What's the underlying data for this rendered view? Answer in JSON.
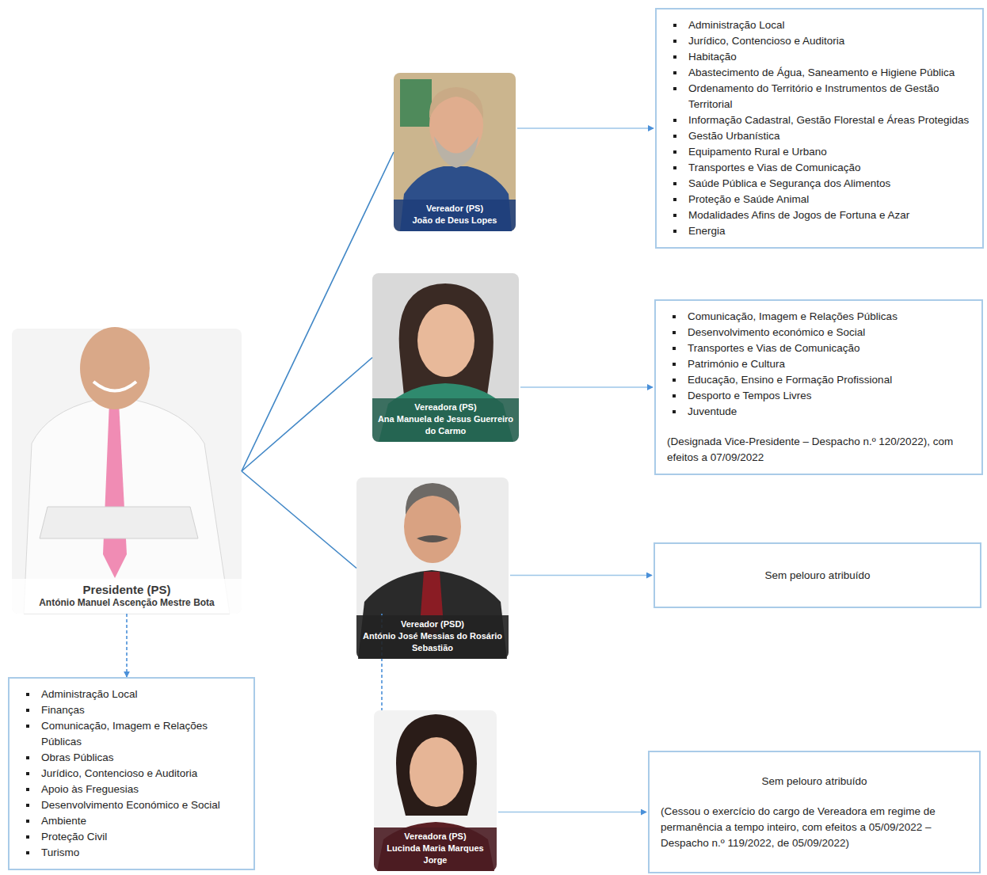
{
  "diagram": {
    "nodes": [
      {
        "text": [
          "Presidente (PS)",
          "António Manuel Ascenção Mestre Bota"
        ]
      },
      {
        "text": [
          "Administração Local",
          "Finanças",
          "Comunicação, Imagem e Relações Públicas",
          "Obras Públicas",
          "Jurídico, Contencioso e Auditoria",
          "Apoio às Freguesias",
          "Desenvolvimento Económico e Social",
          "Ambiente",
          "Proteção Civil",
          "Turismo"
        ]
      },
      {
        "text": [
          "Vereador (PS)",
          "João de Deus Lopes"
        ]
      },
      {
        "text": [
          "Administração Local",
          "Jurídico, Contencioso e Auditoria",
          "Habitação",
          "Abastecimento de Água, Saneamento e Higiene Pública",
          "Ordenamento do Território e Instrumentos de Gestão Territorial",
          "Informação Cadastral, Gestão Florestal e Áreas Protegidas",
          "Gestão Urbanística",
          "Equipamento Rural e Urbano",
          "Transportes e Vias de Comunicação",
          "Saúde Pública e Segurança dos Alimentos",
          "Proteção e Saúde Animal",
          "Modalidades Afins de Jogos de Fortuna e Azar",
          "Energia"
        ]
      },
      {
        "text": [
          "Vereadora (PS)",
          "Ana Manuela de Jesus Guerreiro do Carmo"
        ]
      },
      {
        "text": [
          "Comunicação, Imagem e Relações Públicas",
          "Desenvolvimento económico e Social",
          "Transportes e Vias de Comunicação",
          "Património e Cultura",
          "Educação, Ensino e Formação Profissional",
          "Desporto e Tempos Livres",
          "Juventude",
          "(Designada Vice-Presidente – Despacho n.º 120/2022), com efeitos a 07/09/2022"
        ]
      },
      {
        "text": [
          "Vereador (PSD)",
          "António José Messias do Rosário Sebastião"
        ]
      },
      {
        "text": [
          "Sem pelouro atribuído"
        ]
      },
      {
        "text": [
          "Vereadora (PS)",
          "Lucinda Maria Marques Jorge"
        ]
      },
      {
        "text": [
          "Sem pelouro atribuído",
          "(Cessou o exercício do cargo de Vereadora em regime de permanência a tempo inteiro, com efeitos a 05/09/2022 – Despacho n.º 119/2022, de 05/09/2022)"
        ]
      }
    ],
    "edges": [
      {
        "from": 0,
        "to": 1,
        "arrow": "to"
      },
      {
        "from": 0,
        "to": 2,
        "arrow": "none"
      },
      {
        "from": 0,
        "to": 4,
        "arrow": "none"
      },
      {
        "from": 0,
        "to": 6,
        "arrow": "none"
      },
      {
        "from": 0,
        "to": 8,
        "arrow": "none"
      },
      {
        "from": 2,
        "to": 3,
        "arrow": "to"
      },
      {
        "from": 4,
        "to": 5,
        "arrow": "to"
      },
      {
        "from": 6,
        "to": 7,
        "arrow": "to"
      },
      {
        "from": 8,
        "to": 9,
        "arrow": "to"
      }
    ]
  }
}
